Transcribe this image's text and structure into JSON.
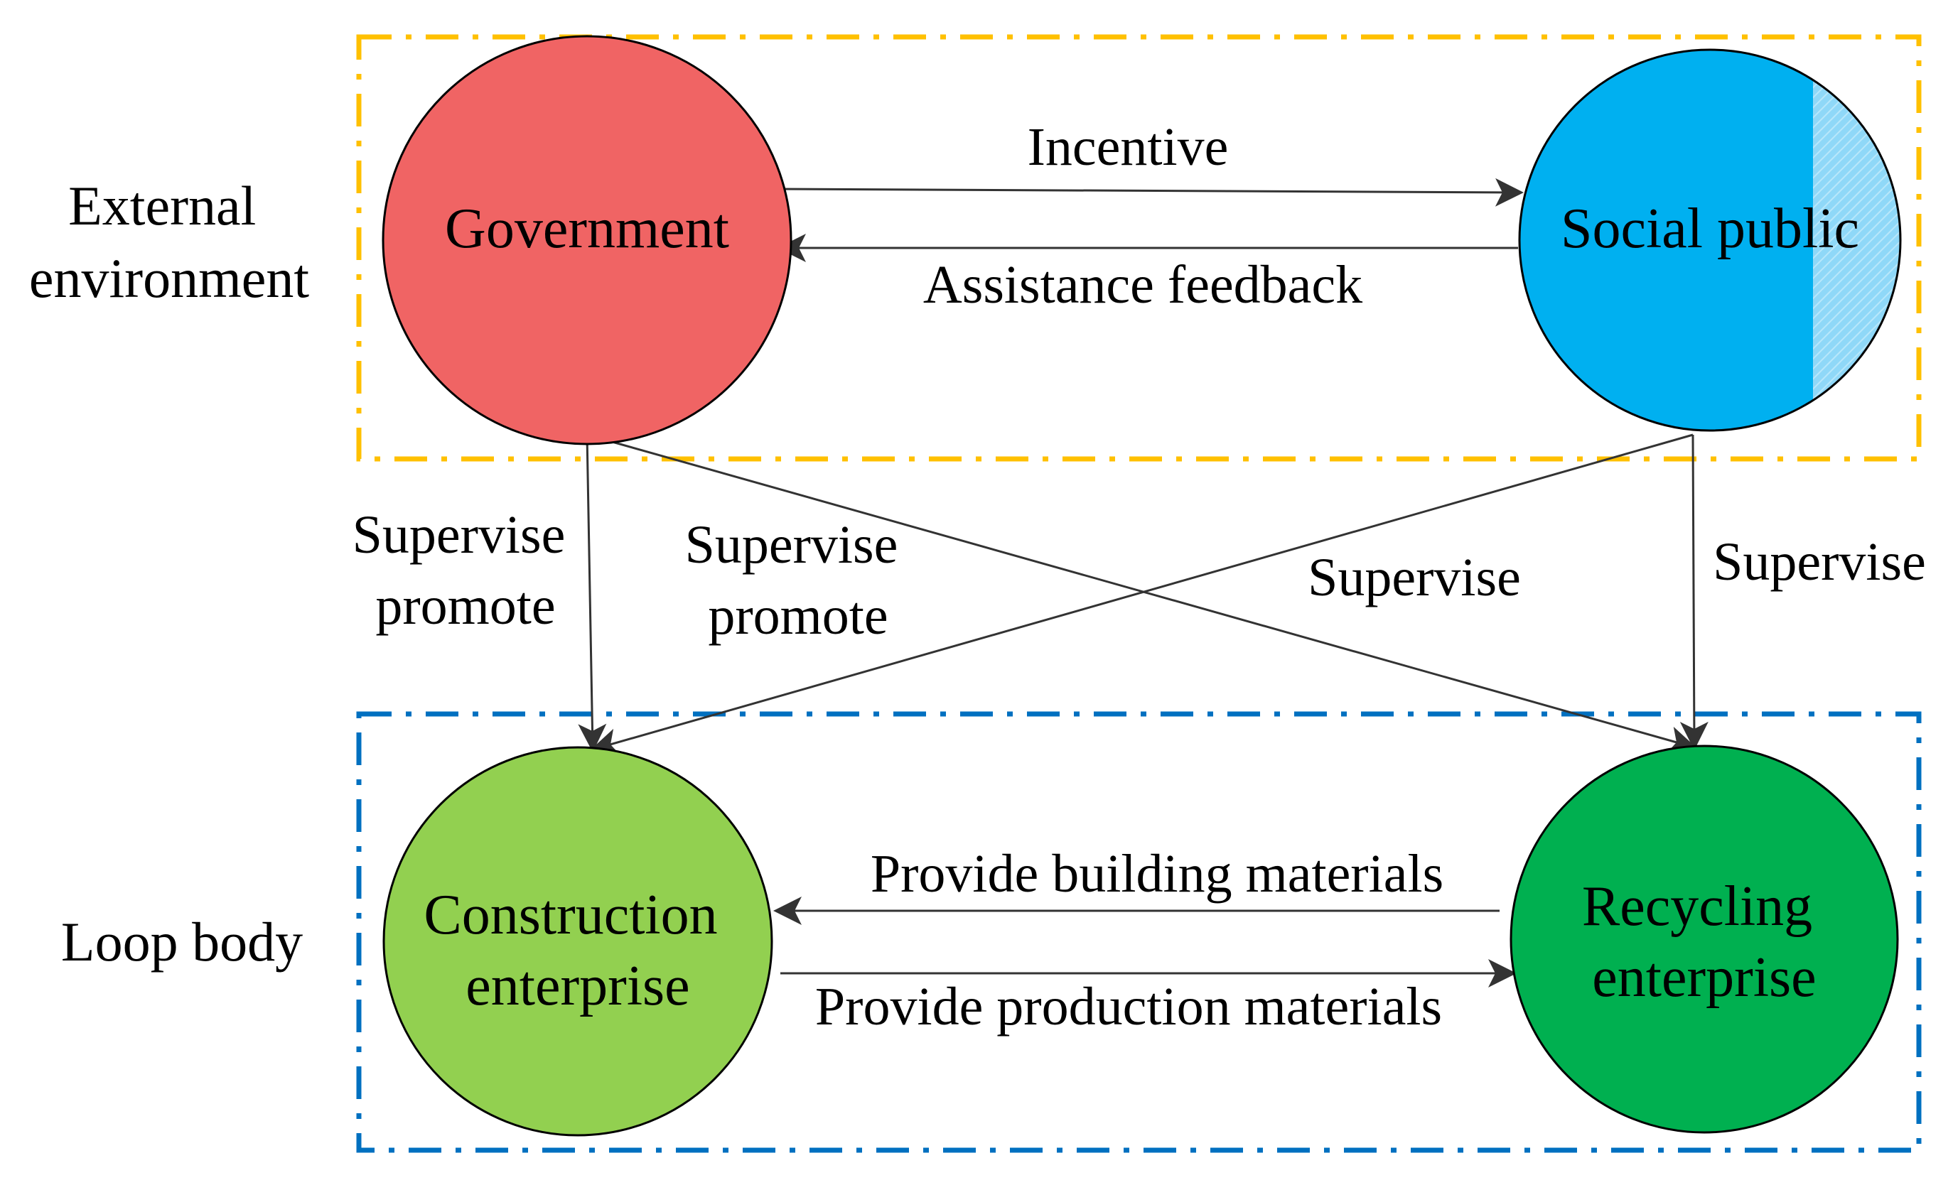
{
  "groups": {
    "external": {
      "label_lines": [
        "External",
        "environment"
      ],
      "color": "#FFC000"
    },
    "loop": {
      "label_lines": [
        "Loop body"
      ],
      "color": "#0070C0"
    }
  },
  "nodes": {
    "government": {
      "label_lines": [
        "Government"
      ],
      "color": "#F06464"
    },
    "social": {
      "label_lines": [
        "Social public"
      ],
      "color": "#00B0F0",
      "stripe_color": "#7FD3F7"
    },
    "construction": {
      "label_lines": [
        "Construction",
        "enterprise"
      ],
      "color": "#92D050"
    },
    "recycling": {
      "label_lines": [
        "Recycling",
        "enterprise"
      ],
      "color": "#00B050"
    }
  },
  "edges": {
    "incentive": {
      "label_lines": [
        "Incentive"
      ]
    },
    "assistance": {
      "label_lines": [
        "Assistance feedback"
      ]
    },
    "gov_to_construction": {
      "label_lines": [
        "Supervise",
        "promote"
      ]
    },
    "social_to_construction": {
      "label_lines": [
        "Supervise",
        "promote"
      ]
    },
    "gov_to_recycling": {
      "label_lines": [
        "Supervise"
      ]
    },
    "social_to_recycling": {
      "label_lines": [
        "Supervise"
      ]
    },
    "building": {
      "label_lines": [
        "Provide building materials"
      ]
    },
    "production": {
      "label_lines": [
        "Provide production materials"
      ]
    }
  }
}
